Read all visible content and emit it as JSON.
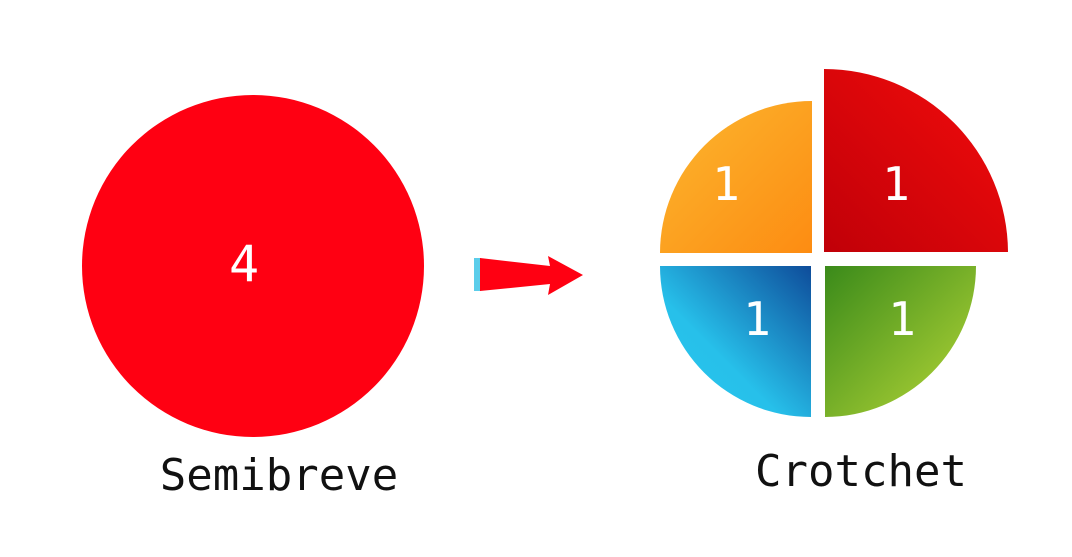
{
  "semibreve": {
    "value": "4",
    "label": "Semibreve",
    "color": "#ff0012"
  },
  "crotchet": {
    "label": "Crotchet",
    "quarters": [
      {
        "name": "top-left",
        "value": "1",
        "colors": [
          "#fbb72f",
          "#fd8c12"
        ]
      },
      {
        "name": "top-right",
        "value": "1",
        "colors": [
          "#c00008",
          "#f40c0c"
        ]
      },
      {
        "name": "bottom-left",
        "value": "1",
        "colors": [
          "#27c6ee",
          "#0e4c9a"
        ]
      },
      {
        "name": "bottom-right",
        "value": "1",
        "colors": [
          "#3a8a1a",
          "#b8d838"
        ]
      }
    ]
  },
  "arrow": {
    "color": "#ff0012",
    "tail_color": "#5bcdea"
  }
}
